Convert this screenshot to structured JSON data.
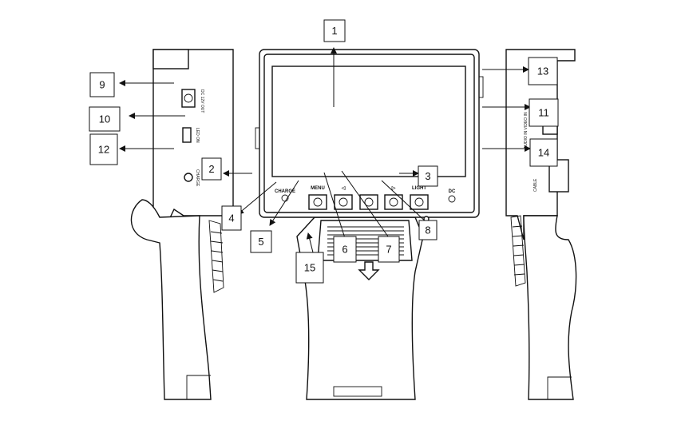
{
  "callouts": [
    {
      "id": "1",
      "label": "1"
    },
    {
      "id": "2",
      "label": "2"
    },
    {
      "id": "3",
      "label": "3"
    },
    {
      "id": "4",
      "label": "4"
    },
    {
      "id": "5",
      "label": "5"
    },
    {
      "id": "6",
      "label": "6"
    },
    {
      "id": "7",
      "label": "7"
    },
    {
      "id": "8",
      "label": "8"
    },
    {
      "id": "9",
      "label": "9"
    },
    {
      "id": "10",
      "label": "10"
    },
    {
      "id": "11",
      "label": "11"
    },
    {
      "id": "12",
      "label": "12"
    },
    {
      "id": "13",
      "label": "13"
    },
    {
      "id": "14",
      "label": "14"
    },
    {
      "id": "15",
      "label": "15"
    }
  ],
  "front_panel": {
    "charge_label": "CHARGE",
    "menu_label": "MENU",
    "left_label": "◁",
    "right_label": "▷",
    "light_label": "LIGHT",
    "dc_label": "DC"
  },
  "left_side": {
    "port_label": "DC 12V OUT",
    "switch_label": "LED ON",
    "reset_label": "CHARGE"
  },
  "right_side": {
    "jack_label": "AUDIO IN VIDEO IN",
    "cable_label": "CABLE"
  }
}
